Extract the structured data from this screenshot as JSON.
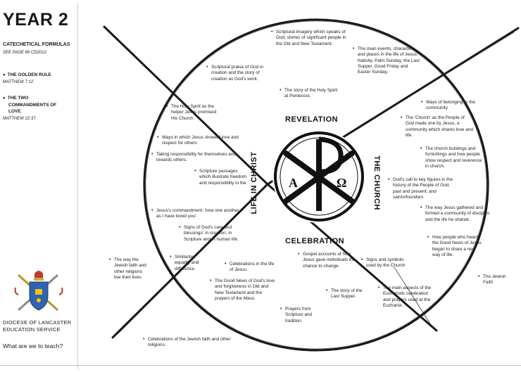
{
  "sidebar": {
    "year": "YEAR 2",
    "formulas_title": "CATECHETICAL FORMULAS",
    "formulas_ref": "SEE PAGE 69 CD2012",
    "rule1_title": "THE GOLDEN RULE",
    "rule1_ref": "MATTHEW 7:12",
    "rule2_title_line1": "THE TWO",
    "rule2_title_line2": "COMMANDMENTS OF",
    "rule2_title_line3": "LOVE",
    "rule2_ref": "MATTHEW  22:37",
    "diocese_line1": "DIOCESE OF LANCASTER",
    "diocese_line2": "EDUCATION SERVICE",
    "question": "What are we to teach?"
  },
  "labels": {
    "top": "REVELATION",
    "bottom": "CELEBRATION",
    "left": "LIFE IN CHRIST",
    "right": "THE CHURCH"
  },
  "center_letters": {
    "alpha": "A",
    "omega": "Ω"
  },
  "notes": {
    "rev_imagery": "Scriptural imagery which speaks of God; stories of significant people in the Old and New Testament.",
    "rev_events": "The main events, characters and places in the life of Jesus: Nativity, Palm Sunday, the Last Supper, Good Friday and Easter Sunday.",
    "rev_praise": "Scriptural praise of God in creation and the story of creation as God's work.",
    "rev_spirit": "The story of the Holy Spirit at Pentecost.",
    "life_helper": "The Holy Spirit as the helper Jesus promised His Church.",
    "life_love": "Ways in which Jesus showed love and respect for others",
    "life_resp": "Taking responsibility for themselves and towards others.",
    "life_passages": "Scripture passages which illustrate freedom and responsibility in the",
    "life_command": "Jesus's commandment: 'love one another as I have loved you'.",
    "life_signs": "Signs of God's care and blessings: in creation, in Scripture and in human life.",
    "life_similarity": "Similarity, equality and difference.",
    "ch_belonging": "Ways of belonging to the community",
    "ch_people": "The 'Church' as the People of God made one by Jesus, a community which shares love and life.",
    "ch_buildings": "The church buildings and furnishings and how people show respect and reverence in church.",
    "ch_call": "God's call to key figures in the history of the People of God, past and present: and saints/founders",
    "ch_gathered": "The way Jesus gathered and formed a community of disciples and the life he shared.",
    "ch_heard": "How people who heard the Good News of Jesus began to share a new way of life.",
    "jewish_faith": "The Jewish Faith",
    "jewish_way": "The way the Jewish faith and other religions live their lives.",
    "jewish_celebrations": "Celebrations of the Jewish faith and other religions.",
    "cel_gospel": "Gospel accounts of how Jesus gave individuals the chance to change.",
    "cel_symbols": "Signs and symbols used by the Church",
    "cel_life": "Celebrations in the life of Jesus.",
    "cel_goodnews": "The Good News of God's love and forgiveness in Old and New Testament and the prayers of the Mass.",
    "cel_supper": "The story of the Last Supper.",
    "cel_eucharist": "The main aspects of the Eucharistic celebration and prayers used at the Eucharist.",
    "cel_prayers": "Prayers from Scripture and tradition."
  }
}
